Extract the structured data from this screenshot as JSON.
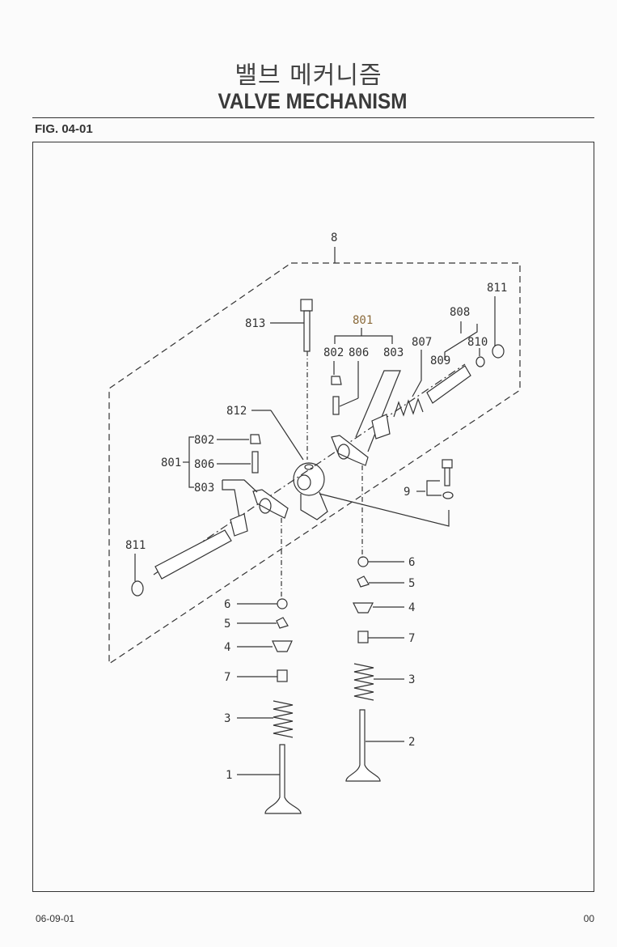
{
  "header": {
    "title_korean": "밸브 메커니즘",
    "title": "VALVE MECHANISM",
    "figure": "FIG. 04-01"
  },
  "callouts": {
    "assembly": "8",
    "ring_right": "811",
    "bolt_top": "813",
    "rocker_assy_right": "801",
    "shaft_assy": "808",
    "nut_right": "802",
    "screw_right": "806",
    "arm_right": "803",
    "spring": "807",
    "collar": "810",
    "shaft": "809",
    "bracket": "812",
    "nut_left": "802",
    "rocker_assy_left": "801",
    "screw_left": "806",
    "arm_left": "803",
    "bolt_washer": "9",
    "ring_left": "811",
    "cap_right": "6",
    "cotter_right": "5",
    "retainer_right": "4",
    "seal_right": "7",
    "vspring_right": "3",
    "valve_exhaust": "2",
    "cap_left": "6",
    "cotter_left": "5",
    "retainer_left": "4",
    "seal_left": "7",
    "vspring_left": "3",
    "valve_intake": "1"
  },
  "footer": {
    "date": "06-09-01",
    "page": "00"
  }
}
